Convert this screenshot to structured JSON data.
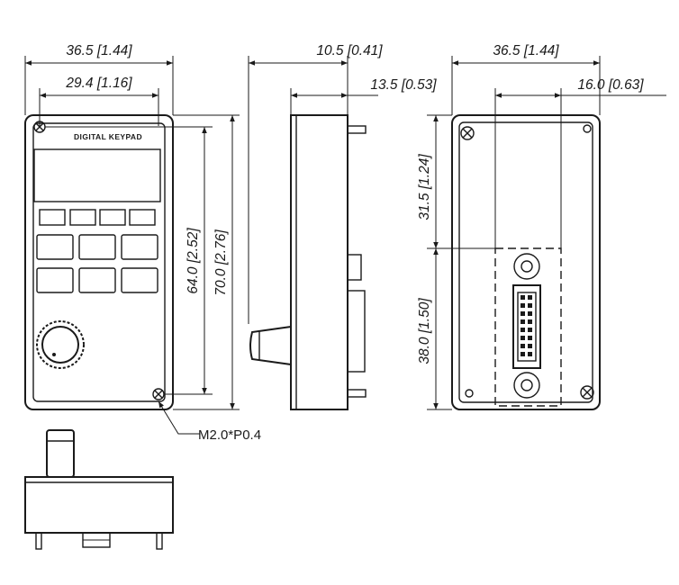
{
  "front_view": {
    "panel_label": "DIGITAL  KEYPAD",
    "dims": {
      "overall_width": "36.5 [1.44]",
      "hole_spacing_width": "29.4 [1.16]",
      "hole_spacing_height": "64.0 [2.52]",
      "overall_height": "70.0 [2.76]"
    },
    "screw_callout": "M2.0*P0.4"
  },
  "side_view": {
    "dims": {
      "overall_depth": "10.5 [0.41]",
      "body_depth": "13.5 [0.53]"
    }
  },
  "rear_view": {
    "dims": {
      "overall_width": "36.5 [1.44]",
      "connector_offset": "16.0 [0.63]",
      "upper_height": "31.5 [1.24]",
      "lower_height": "38.0 [1.50]"
    }
  }
}
